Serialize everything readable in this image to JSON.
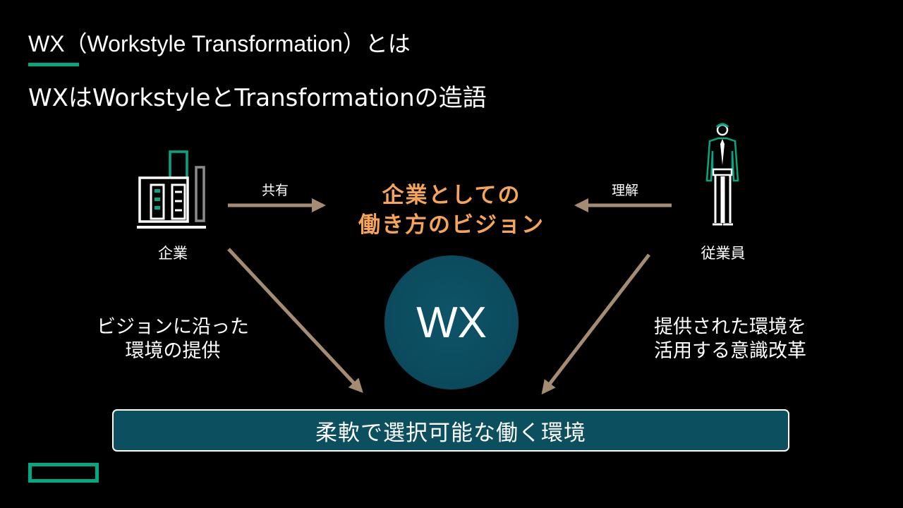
{
  "slide": {
    "title": "WX（Workstyle Transformation）とは",
    "subtitle": "WXはWorkstyleとTransformationの造語"
  },
  "diagram": {
    "company_label": "企業",
    "employee_label": "従業員",
    "share_label": "共有",
    "understand_label": "理解",
    "vision_line1": "企業としての",
    "vision_line2": "働き方のビジョン",
    "left_text_line1": "ビジョンに沿った",
    "left_text_line2": "環境の提供",
    "right_text_line1": "提供された環境を",
    "right_text_line2": "活用する意識改革",
    "center_label": "WX",
    "bottom_label": "柔軟で選択可能な働く環境"
  },
  "icons": {
    "company": "building-icon",
    "employee": "businessman-icon",
    "brand": "hpe-logo-icon"
  },
  "colors": {
    "background": "#000000",
    "accent_green": "#01a982",
    "vision_orange": "#f6a556",
    "arrow_tan": "#a48c72",
    "teal_fill": "#0c4f5e"
  }
}
